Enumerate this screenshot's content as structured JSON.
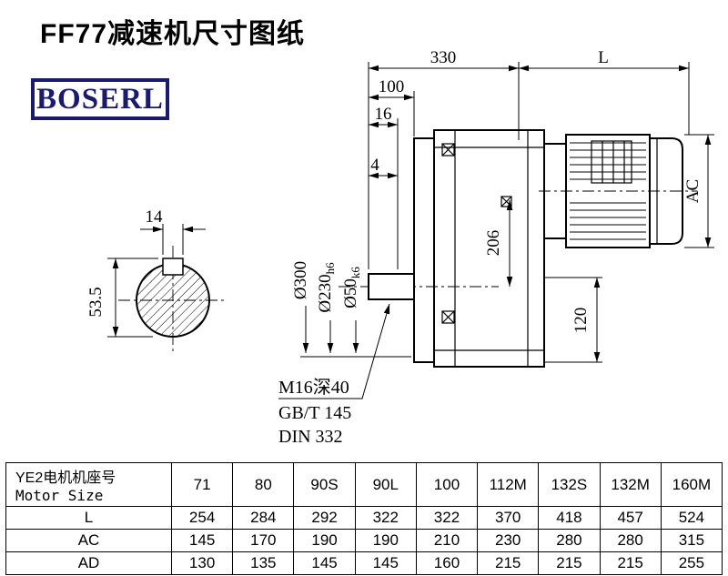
{
  "title": "FF77减速机尺寸图纸",
  "logo": {
    "text": "BOSERL",
    "color": "#1b1b6b"
  },
  "drawing": {
    "dim_330": "330",
    "dim_L": "L",
    "dim_100": "100",
    "dim_16": "16",
    "dim_4": "4",
    "dim_14": "14",
    "dim_53_5": "53.5",
    "dim_AC": "AC",
    "dim_206": "206",
    "dim_300": "Ø300",
    "dim_230_main": "Ø230",
    "dim_230_sub": "h6",
    "dim_50_main": "Ø50",
    "dim_50_sub": "k6",
    "dim_120": "120",
    "note_m16": "M16深40",
    "note_gbt": "GB/T 145",
    "note_din": "DIN 332"
  },
  "table": {
    "header_cn": "YE2电机机座号",
    "header_en": "Motor Size",
    "sizes": [
      "71",
      "80",
      "90S",
      "90L",
      "100",
      "112M",
      "132S",
      "132M",
      "160M"
    ],
    "rows": [
      {
        "label": "L",
        "values": [
          "254",
          "284",
          "292",
          "322",
          "322",
          "370",
          "418",
          "457",
          "524"
        ]
      },
      {
        "label": "AC",
        "values": [
          "145",
          "170",
          "190",
          "190",
          "210",
          "230",
          "280",
          "280",
          "315"
        ]
      },
      {
        "label": "AD",
        "values": [
          "130",
          "135",
          "145",
          "145",
          "160",
          "215",
          "215",
          "215",
          "255"
        ]
      }
    ]
  }
}
